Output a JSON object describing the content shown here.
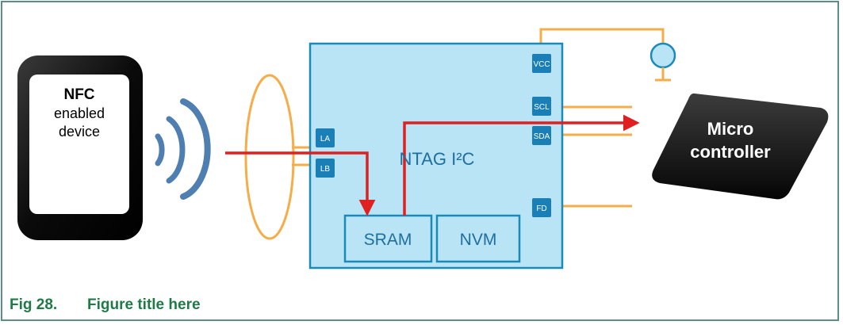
{
  "device": {
    "title": "NFC",
    "line2": "enabled",
    "line3": "device"
  },
  "chip": {
    "name": "NTAG I²C",
    "pins": {
      "vcc": "VCC",
      "scl": "SCL",
      "sda": "SDA",
      "fd": "FD",
      "la": "LA",
      "lb": "LB"
    },
    "memories": {
      "sram": "SRAM",
      "nvm": "NVM"
    }
  },
  "microcontroller": {
    "line1": "Micro",
    "line2": "controller"
  },
  "caption": {
    "number": "Fig 28.",
    "title": "Figure title here"
  },
  "colors": {
    "chip_fill": "#b8e4f6",
    "chip_border": "#1a8ab8",
    "pin_fill": "#1a7fb6",
    "wire": "#f5ad4a",
    "arrow": "#e02020",
    "waves": "#4f7fb0",
    "frame": "#5b8f86",
    "caption": "#1f7a47"
  }
}
